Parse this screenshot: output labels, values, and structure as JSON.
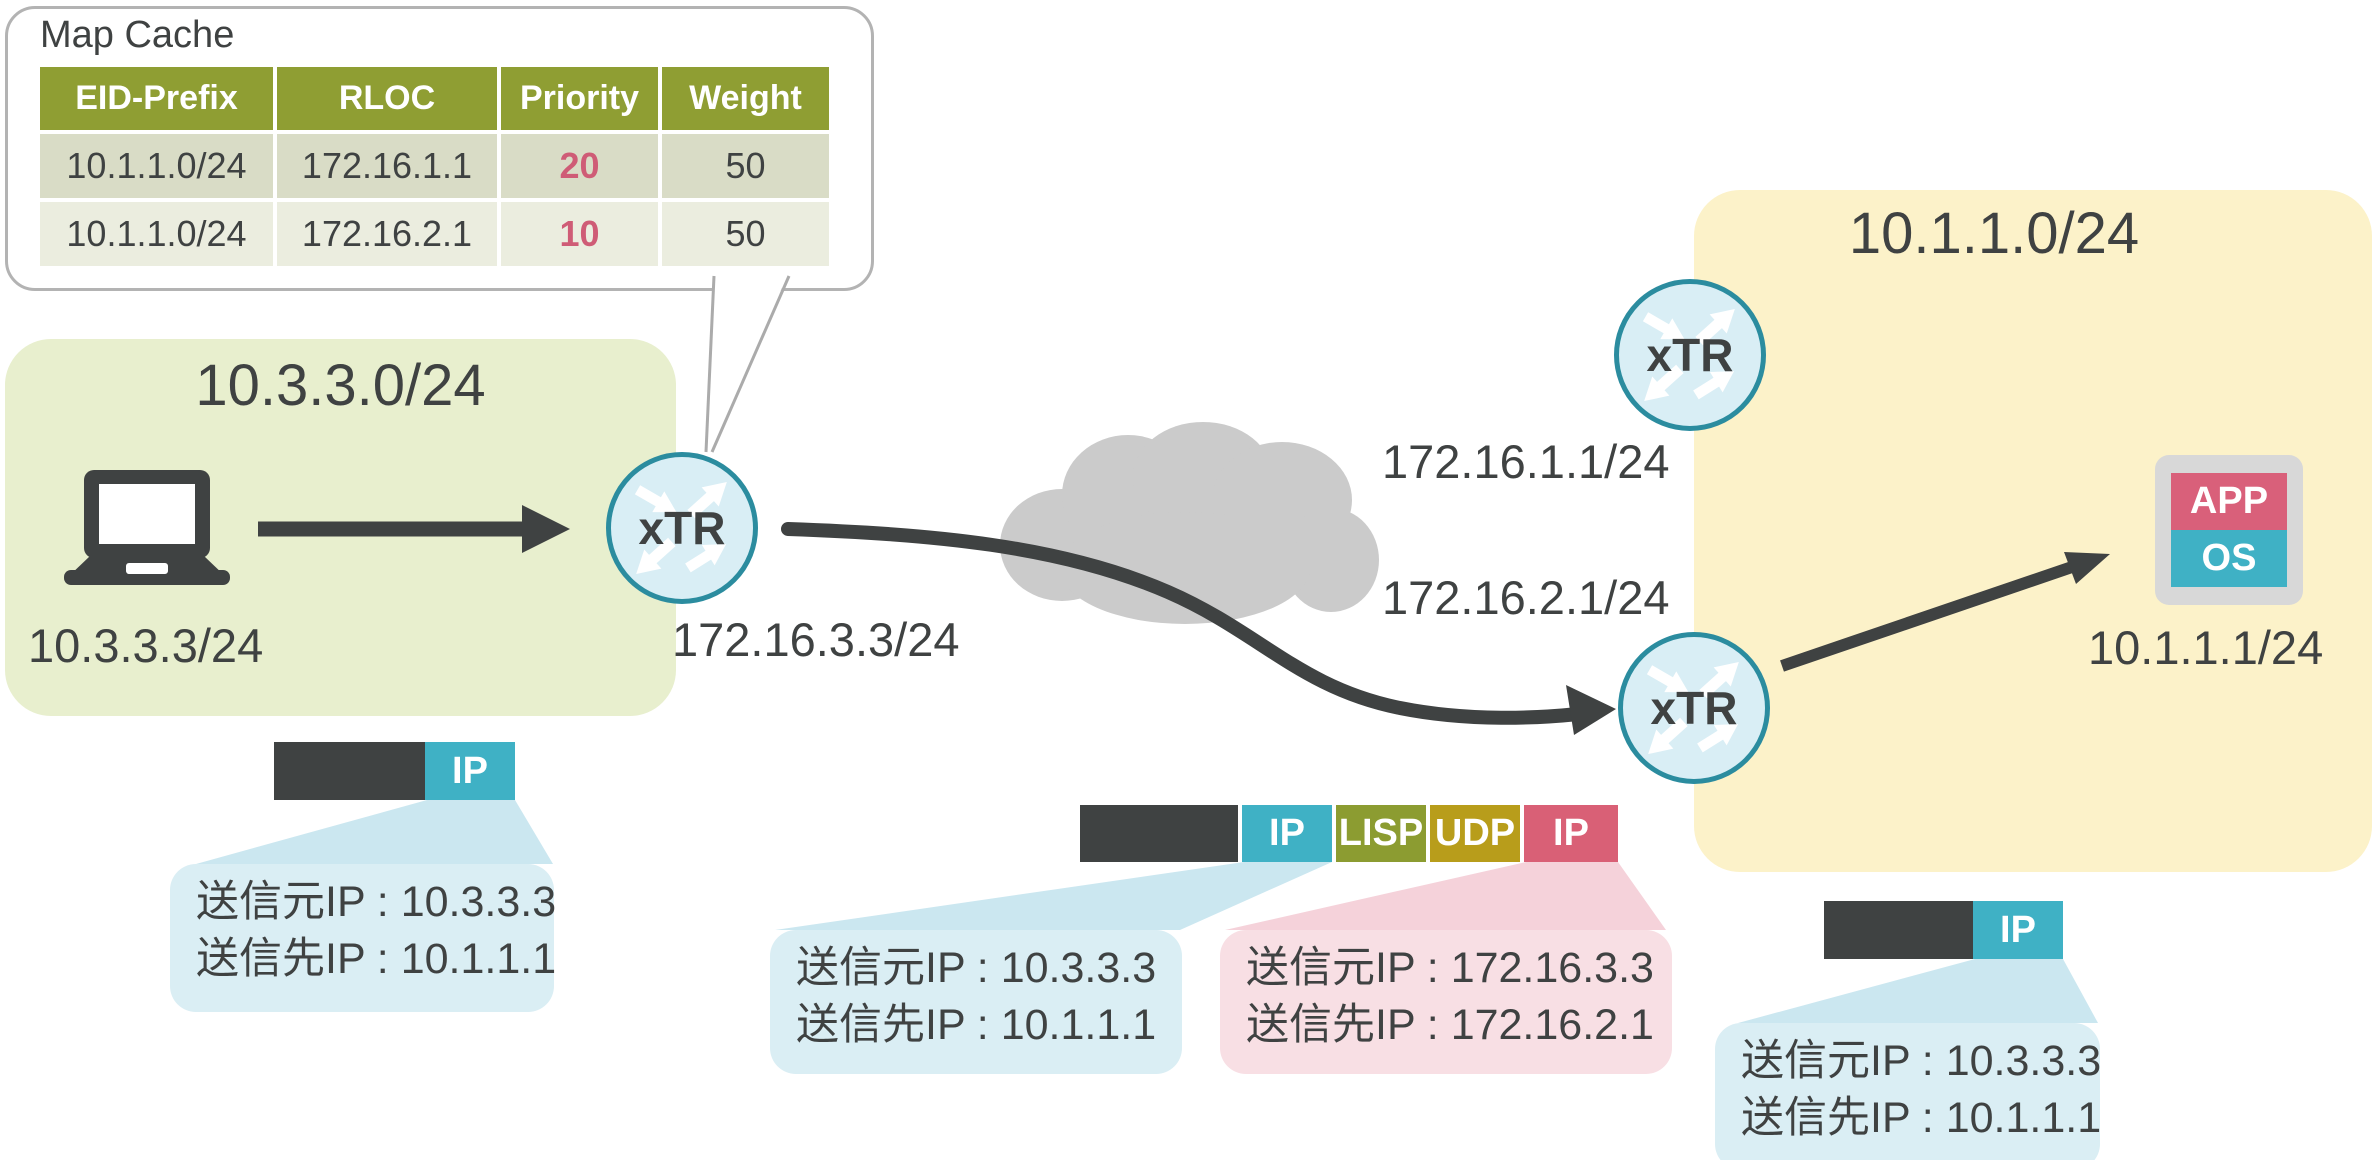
{
  "colors": {
    "dark": "#3F4242",
    "teal_ip": "#3FB1C5",
    "lisp_olive": "#8C9C31",
    "udp_gold": "#B89D1B",
    "pink_ip": "#D96076",
    "green_site": "#E8EFCE",
    "yellow_site": "#FCF2C9",
    "blue_callout": "#DAEEF4",
    "pink_callout": "#F8DFE4",
    "router_fill": "#D9EEF5",
    "router_border": "#2B8C9F",
    "table_header": "#8F9E33",
    "priority_red": "#CF5C76",
    "cloud_gray": "#CBCBCB"
  },
  "map_cache": {
    "title": "Map Cache",
    "headers": [
      "EID-Prefix",
      "RLOC",
      "Priority",
      "Weight"
    ],
    "rows": [
      {
        "eid": "10.1.1.0/24",
        "rloc": "172.16.1.1",
        "priority": "20",
        "weight": "50"
      },
      {
        "eid": "10.1.1.0/24",
        "rloc": "172.16.2.1",
        "priority": "10",
        "weight": "50"
      }
    ]
  },
  "site_left": {
    "title": "10.3.3.0/24",
    "host_ip": "10.3.3.3/24",
    "router_label": "xTR",
    "router_ip": "172.16.3.3/24"
  },
  "site_right": {
    "title": "10.1.1.0/24",
    "router_top_label": "xTR",
    "router_top_ip": "172.16.1.1/24",
    "router_bottom_label": "xTR",
    "router_bottom_ip": "172.16.2.1/24",
    "server_app": "APP",
    "server_os": "OS",
    "server_ip": "10.1.1.1/24"
  },
  "packets": {
    "inner_left": {
      "segments": [
        "IP"
      ],
      "callout": [
        "送信元IP : 10.3.3.3",
        "送信先IP : 10.1.1.1"
      ]
    },
    "middle": {
      "segments": [
        "IP",
        "LISP",
        "UDP",
        "IP"
      ],
      "inner_callout": [
        "送信元IP : 10.3.3.3",
        "送信先IP : 10.1.1.1"
      ],
      "outer_callout": [
        "送信元IP : 172.16.3.3",
        "送信先IP : 172.16.2.1"
      ]
    },
    "inner_right": {
      "segments": [
        "IP"
      ],
      "callout": [
        "送信元IP : 10.3.3.3",
        "送信先IP : 10.1.1.1"
      ]
    }
  }
}
